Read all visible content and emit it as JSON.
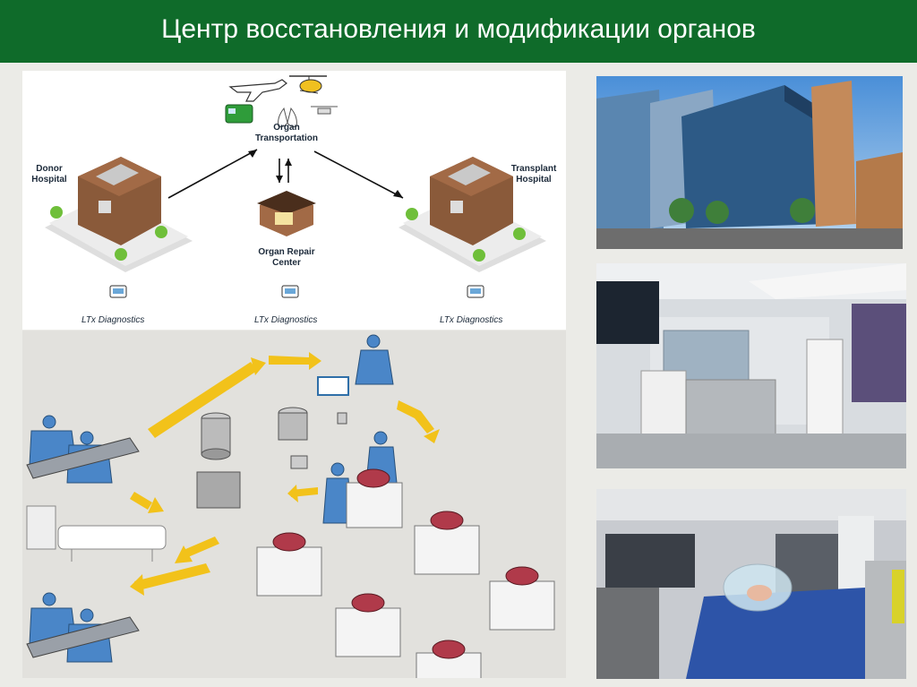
{
  "header": {
    "title": "Центр восстановления и модификации органов"
  },
  "diagram": {
    "donor_label": "Donor Hospital",
    "transport_label": "Organ Transportation",
    "repair_label": "Organ Repair Center",
    "transplant_label": "Transplant Hospital",
    "diagnostics": [
      "LTx Diagnostics",
      "LTx Diagnostics",
      "LTx Diagnostics"
    ]
  },
  "photos": {
    "building": "city-building-photo",
    "lab": "organ-lab-photo",
    "surgery": "operating-room-photo"
  },
  "colors": {
    "header_bg": "#0f6b2a",
    "building_brown": "#8a5a3a",
    "arrow_yellow": "#f2c21a",
    "scrub_blue": "#4a86c8"
  }
}
